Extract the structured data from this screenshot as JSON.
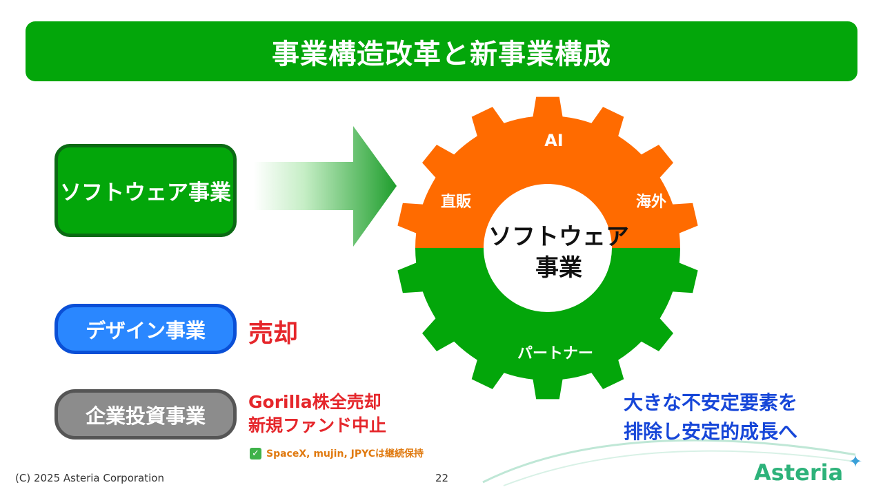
{
  "slide": {
    "title": "事業構造改革と新事業構成",
    "software_label": "ソフトウェア事業",
    "design_label": "デザイン事業",
    "design_status": "売却",
    "invest_label": "企業投資事業",
    "invest_note_1": "Gorilla株全売却",
    "invest_note_2": "新規ファンド中止",
    "keep_note": "SpaceX, mujin, JPYCは継続保持",
    "strategy_1": "大きな不安定要素を",
    "strategy_2": "排除し安定的成長へ",
    "gear": {
      "center_1": "ソフトウェア",
      "center_2": "事業",
      "top": "AI",
      "left": "直販",
      "right": "海外",
      "bottom": "パートナー"
    },
    "copyright": "(C) 2025 Asteria Corporation",
    "page": "22",
    "logo": "Asteria"
  },
  "colors": {
    "green": "#03a60a",
    "orange": "#ff6b00",
    "blue": "#2a87ff",
    "gray": "#8c8c8c",
    "red": "#e5262b"
  }
}
